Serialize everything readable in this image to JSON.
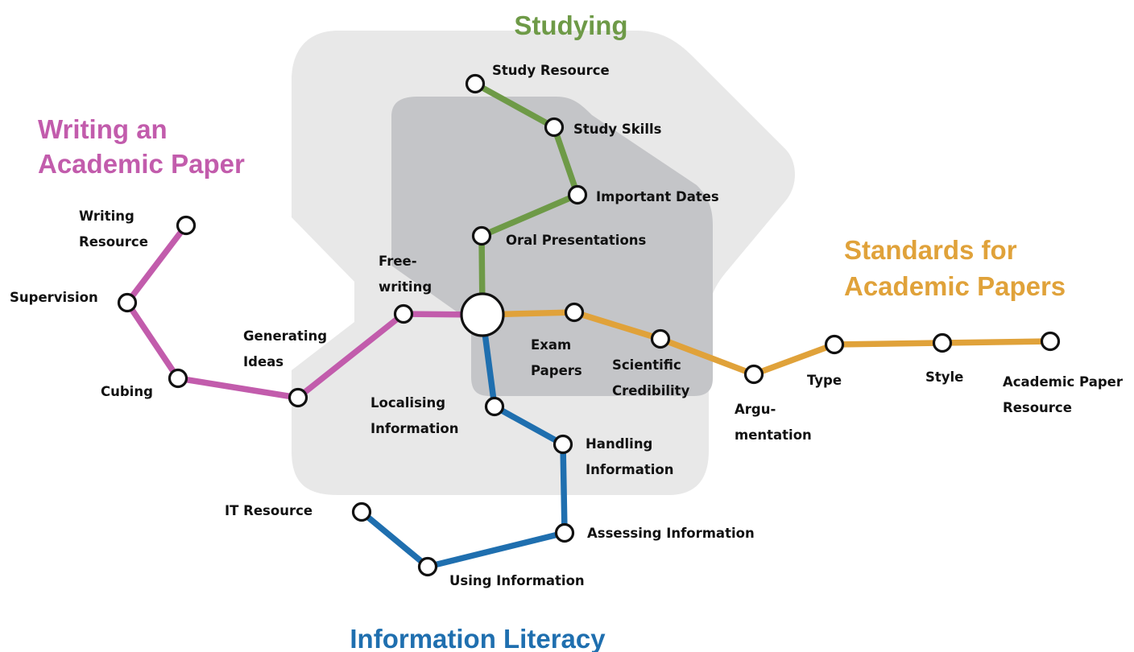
{
  "zones": {
    "outer_color": "#e8e8e8",
    "inner_color": "#c4c5c8"
  },
  "lines": [
    {
      "key": "writing",
      "title": [
        "Writing an",
        "Academic Paper"
      ],
      "color": "#c25cac",
      "stations": [
        {
          "key": "writing_resource",
          "label": [
            "Writing",
            "Resource"
          ]
        },
        {
          "key": "supervision",
          "label": [
            "Supervision"
          ]
        },
        {
          "key": "cubing",
          "label": [
            "Cubing"
          ]
        },
        {
          "key": "generating_ideas",
          "label": [
            "Generating",
            "Ideas"
          ]
        },
        {
          "key": "free_writing",
          "label": [
            "Free-",
            "writing"
          ]
        }
      ]
    },
    {
      "key": "studying",
      "title": [
        "Studying"
      ],
      "color": "#6e9a47",
      "stations": [
        {
          "key": "study_resource",
          "label": [
            "Study Resource"
          ]
        },
        {
          "key": "study_skills",
          "label": [
            "Study Skills"
          ]
        },
        {
          "key": "important_dates",
          "label": [
            "Important Dates"
          ]
        },
        {
          "key": "oral_presentations",
          "label": [
            "Oral Presentations"
          ]
        }
      ]
    },
    {
      "key": "standards",
      "title": [
        "Standards for",
        "Academic Papers"
      ],
      "color": "#e0a23a",
      "stations": [
        {
          "key": "exam_papers",
          "label": [
            "Exam",
            "Papers"
          ]
        },
        {
          "key": "scientific_credibility",
          "label": [
            "Scientific",
            "Credibility"
          ]
        },
        {
          "key": "argumentation",
          "label": [
            "Argu-",
            "mentation"
          ]
        },
        {
          "key": "type",
          "label": [
            "Type"
          ]
        },
        {
          "key": "style",
          "label": [
            "Style"
          ]
        },
        {
          "key": "academic_paper_resource",
          "label": [
            "Academic Paper",
            "Resource"
          ]
        }
      ]
    },
    {
      "key": "information",
      "title": [
        "Information Literacy"
      ],
      "color": "#1f6faf",
      "stations": [
        {
          "key": "localising_information",
          "label": [
            "Localising",
            "Information"
          ]
        },
        {
          "key": "handling_information",
          "label": [
            "Handling",
            "Information"
          ]
        },
        {
          "key": "assessing_information",
          "label": [
            "Assessing Information"
          ]
        },
        {
          "key": "using_information",
          "label": [
            "Using Information"
          ]
        },
        {
          "key": "it_resource",
          "label": [
            "IT Resource"
          ]
        }
      ]
    }
  ]
}
